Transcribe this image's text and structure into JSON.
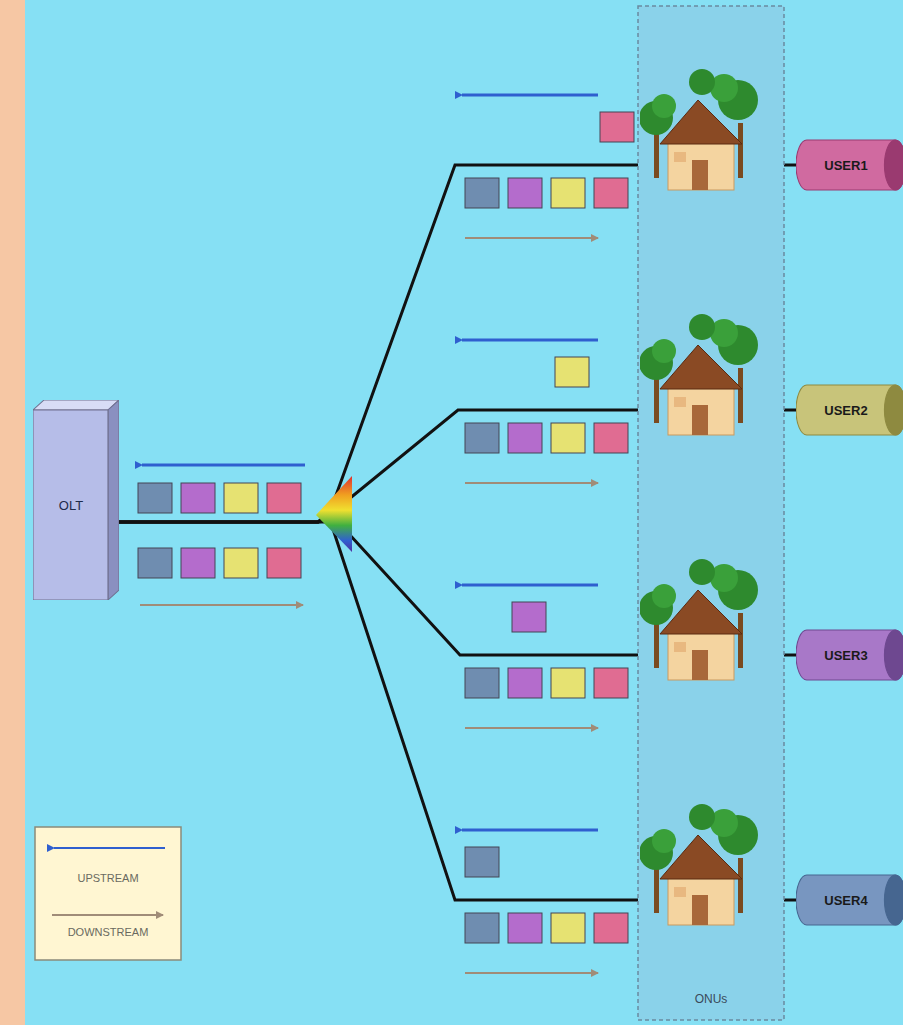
{
  "diagram": {
    "nodes": [
      {
        "text": [
          "OLT"
        ]
      },
      {
        "text": [
          "USER1"
        ]
      },
      {
        "text": [
          "USER2"
        ]
      },
      {
        "text": [
          "USER3"
        ]
      },
      {
        "text": [
          "USER4"
        ]
      }
    ],
    "edges": [
      {
        "from": 0,
        "to": 1,
        "arrow": "none"
      },
      {
        "from": 0,
        "to": 2,
        "arrow": "none"
      },
      {
        "from": 0,
        "to": 3,
        "arrow": "none"
      },
      {
        "from": 0,
        "to": 4,
        "arrow": "none"
      }
    ],
    "labels": [
      "ONUs"
    ],
    "legend": [
      {
        "text": "UPSTREAM"
      },
      {
        "text": "DOWNSTREAM"
      }
    ]
  }
}
